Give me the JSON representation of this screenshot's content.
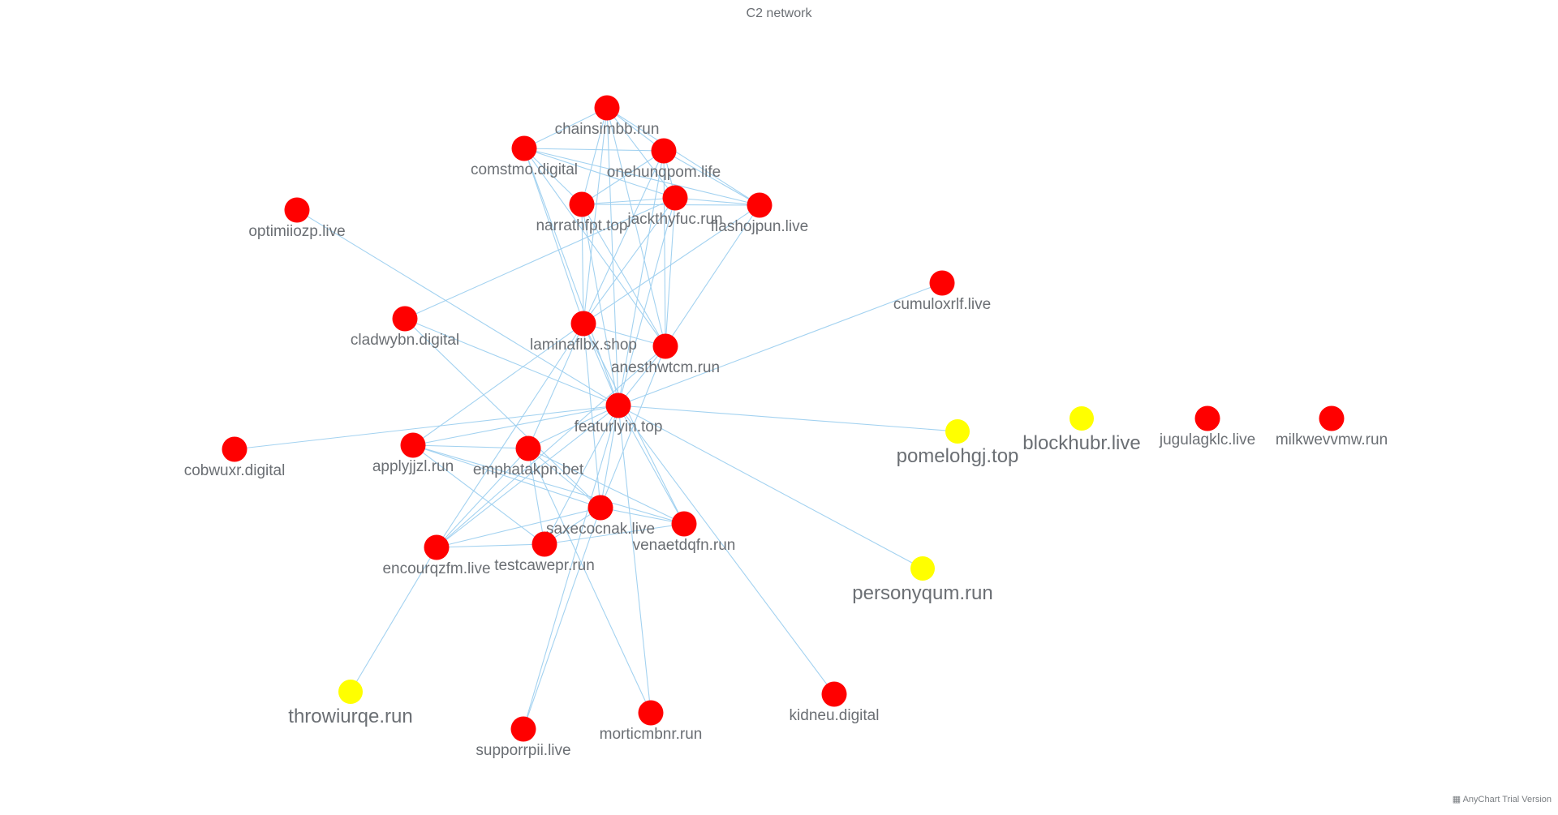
{
  "title": "C2 network",
  "credit": "AnyChart Trial Version",
  "colors": {
    "c2": "#ff0000",
    "other": "#ffff00",
    "edge": "#9fd0f0",
    "label": "#6b6f74"
  },
  "chart_data": {
    "type": "network",
    "nodes": [
      {
        "id": "chainsimbb.run",
        "group": "red"
      },
      {
        "id": "comstmo.digital",
        "group": "red"
      },
      {
        "id": "onehunqpom.life",
        "group": "red"
      },
      {
        "id": "narrathfpt.top",
        "group": "red"
      },
      {
        "id": "jackthyfuc.run",
        "group": "red"
      },
      {
        "id": "flashojpun.live",
        "group": "red"
      },
      {
        "id": "optimiiozp.live",
        "group": "red"
      },
      {
        "id": "cumuloxrlf.live",
        "group": "red"
      },
      {
        "id": "cladwybn.digital",
        "group": "red"
      },
      {
        "id": "laminaflbx.shop",
        "group": "red"
      },
      {
        "id": "anesthwtcm.run",
        "group": "red"
      },
      {
        "id": "featurlyin.top",
        "group": "red"
      },
      {
        "id": "pomelohgj.top",
        "group": "yellow"
      },
      {
        "id": "blockhubr.live",
        "group": "yellow"
      },
      {
        "id": "jugulagklc.live",
        "group": "red"
      },
      {
        "id": "milkwevvmw.run",
        "group": "red"
      },
      {
        "id": "cobwuxr.digital",
        "group": "red"
      },
      {
        "id": "applyjjzl.run",
        "group": "red"
      },
      {
        "id": "emphatakpn.bet",
        "group": "red"
      },
      {
        "id": "saxecocnak.live",
        "group": "red"
      },
      {
        "id": "venaetdqfn.run",
        "group": "red"
      },
      {
        "id": "encourqzfm.live",
        "group": "red"
      },
      {
        "id": "testcawepr.run",
        "group": "red"
      },
      {
        "id": "personyqum.run",
        "group": "yellow"
      },
      {
        "id": "throwiurqe.run",
        "group": "yellow"
      },
      {
        "id": "supporrpii.live",
        "group": "red"
      },
      {
        "id": "morticmbnr.run",
        "group": "red"
      },
      {
        "id": "kidneu.digital",
        "group": "red"
      }
    ],
    "edges": [
      [
        "chainsimbb.run",
        "comstmo.digital"
      ],
      [
        "chainsimbb.run",
        "onehunqpom.life"
      ],
      [
        "chainsimbb.run",
        "narrathfpt.top"
      ],
      [
        "chainsimbb.run",
        "jackthyfuc.run"
      ],
      [
        "chainsimbb.run",
        "flashojpun.live"
      ],
      [
        "chainsimbb.run",
        "laminaflbx.shop"
      ],
      [
        "chainsimbb.run",
        "anesthwtcm.run"
      ],
      [
        "chainsimbb.run",
        "featurlyin.top"
      ],
      [
        "comstmo.digital",
        "onehunqpom.life"
      ],
      [
        "comstmo.digital",
        "narrathfpt.top"
      ],
      [
        "comstmo.digital",
        "jackthyfuc.run"
      ],
      [
        "comstmo.digital",
        "flashojpun.live"
      ],
      [
        "comstmo.digital",
        "laminaflbx.shop"
      ],
      [
        "comstmo.digital",
        "anesthwtcm.run"
      ],
      [
        "comstmo.digital",
        "featurlyin.top"
      ],
      [
        "onehunqpom.life",
        "narrathfpt.top"
      ],
      [
        "onehunqpom.life",
        "jackthyfuc.run"
      ],
      [
        "onehunqpom.life",
        "flashojpun.live"
      ],
      [
        "onehunqpom.life",
        "laminaflbx.shop"
      ],
      [
        "onehunqpom.life",
        "anesthwtcm.run"
      ],
      [
        "onehunqpom.life",
        "featurlyin.top"
      ],
      [
        "narrathfpt.top",
        "jackthyfuc.run"
      ],
      [
        "narrathfpt.top",
        "flashojpun.live"
      ],
      [
        "narrathfpt.top",
        "laminaflbx.shop"
      ],
      [
        "narrathfpt.top",
        "anesthwtcm.run"
      ],
      [
        "narrathfpt.top",
        "featurlyin.top"
      ],
      [
        "jackthyfuc.run",
        "flashojpun.live"
      ],
      [
        "jackthyfuc.run",
        "laminaflbx.shop"
      ],
      [
        "jackthyfuc.run",
        "anesthwtcm.run"
      ],
      [
        "jackthyfuc.run",
        "featurlyin.top"
      ],
      [
        "flashojpun.live",
        "laminaflbx.shop"
      ],
      [
        "flashojpun.live",
        "anesthwtcm.run"
      ],
      [
        "optimiiozp.live",
        "featurlyin.top"
      ],
      [
        "cumuloxrlf.live",
        "featurlyin.top"
      ],
      [
        "cladwybn.digital",
        "jackthyfuc.run"
      ],
      [
        "cladwybn.digital",
        "featurlyin.top"
      ],
      [
        "cladwybn.digital",
        "saxecocnak.live"
      ],
      [
        "laminaflbx.shop",
        "anesthwtcm.run"
      ],
      [
        "laminaflbx.shop",
        "featurlyin.top"
      ],
      [
        "laminaflbx.shop",
        "applyjjzl.run"
      ],
      [
        "laminaflbx.shop",
        "emphatakpn.bet"
      ],
      [
        "laminaflbx.shop",
        "saxecocnak.live"
      ],
      [
        "laminaflbx.shop",
        "venaetdqfn.run"
      ],
      [
        "laminaflbx.shop",
        "encourqzfm.live"
      ],
      [
        "anesthwtcm.run",
        "featurlyin.top"
      ],
      [
        "anesthwtcm.run",
        "saxecocnak.live"
      ],
      [
        "anesthwtcm.run",
        "encourqzfm.live"
      ],
      [
        "featurlyin.top",
        "pomelohgj.top"
      ],
      [
        "featurlyin.top",
        "personyqum.run"
      ],
      [
        "featurlyin.top",
        "cobwuxr.digital"
      ],
      [
        "featurlyin.top",
        "applyjjzl.run"
      ],
      [
        "featurlyin.top",
        "emphatakpn.bet"
      ],
      [
        "featurlyin.top",
        "saxecocnak.live"
      ],
      [
        "featurlyin.top",
        "venaetdqfn.run"
      ],
      [
        "featurlyin.top",
        "encourqzfm.live"
      ],
      [
        "featurlyin.top",
        "testcawepr.run"
      ],
      [
        "featurlyin.top",
        "supporrpii.live"
      ],
      [
        "featurlyin.top",
        "morticmbnr.run"
      ],
      [
        "featurlyin.top",
        "kidneu.digital"
      ],
      [
        "applyjjzl.run",
        "emphatakpn.bet"
      ],
      [
        "applyjjzl.run",
        "saxecocnak.live"
      ],
      [
        "applyjjzl.run",
        "venaetdqfn.run"
      ],
      [
        "applyjjzl.run",
        "testcawepr.run"
      ],
      [
        "emphatakpn.bet",
        "saxecocnak.live"
      ],
      [
        "emphatakpn.bet",
        "venaetdqfn.run"
      ],
      [
        "emphatakpn.bet",
        "encourqzfm.live"
      ],
      [
        "emphatakpn.bet",
        "testcawepr.run"
      ],
      [
        "emphatakpn.bet",
        "morticmbnr.run"
      ],
      [
        "saxecocnak.live",
        "venaetdqfn.run"
      ],
      [
        "saxecocnak.live",
        "encourqzfm.live"
      ],
      [
        "saxecocnak.live",
        "testcawepr.run"
      ],
      [
        "saxecocnak.live",
        "supporrpii.live"
      ],
      [
        "encourqzfm.live",
        "testcawepr.run"
      ],
      [
        "encourqzfm.live",
        "throwiurqe.run"
      ],
      [
        "venaetdqfn.run",
        "testcawepr.run"
      ]
    ]
  }
}
